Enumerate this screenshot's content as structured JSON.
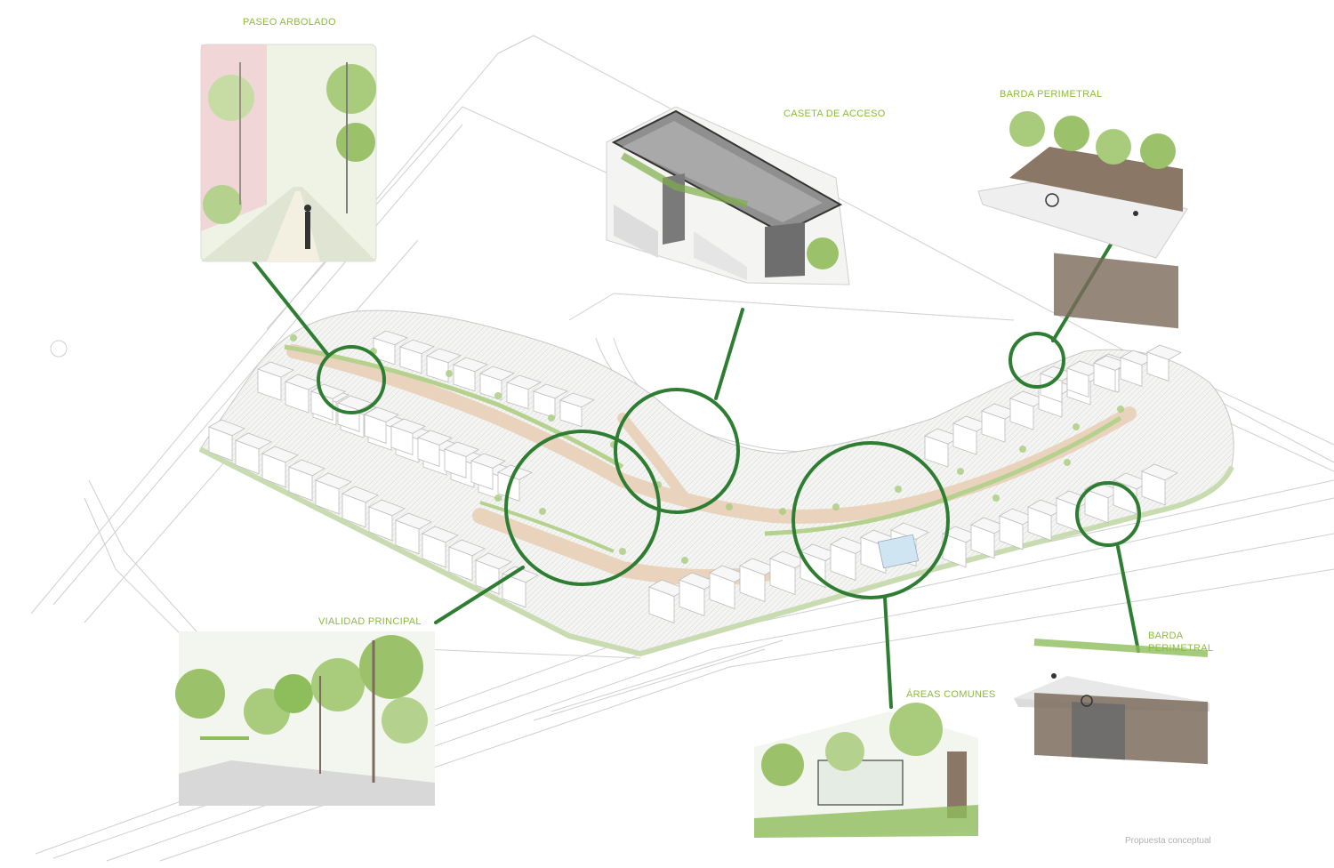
{
  "callouts": {
    "paseo": "PASEO ARBOLADO",
    "caseta": "CASETA DE ACCESO",
    "barda_top": "BARDA PERIMETRAL",
    "vialidad": "VIALIDAD PRINCIPAL",
    "areas": "ÁREAS COMUNES",
    "barda_bottom_line1": "BARDA",
    "barda_bottom_line2": "PERIMETRAL"
  },
  "footer_note": "Propuesta conceptual",
  "colors": {
    "callout_ring": "#2e7d32",
    "label_text": "#8dbb3b",
    "vegetation": "#9bc26b",
    "path": "#e9d3bd",
    "linework": "#b9b9b9"
  }
}
